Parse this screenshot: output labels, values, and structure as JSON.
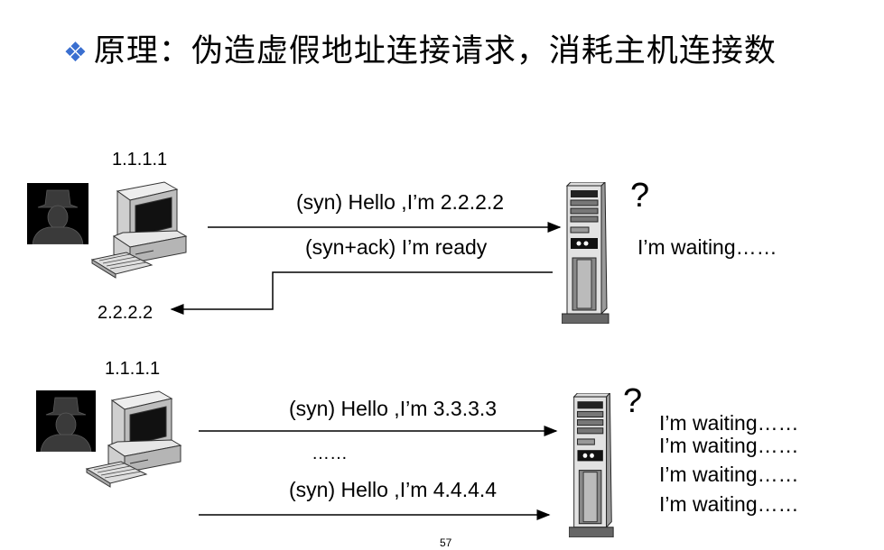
{
  "title": {
    "bullet": "❖",
    "text": "原理：伪造虚假地址连接请求，消耗主机连接数"
  },
  "scenario1": {
    "attacker_ip": "1.1.1.1",
    "spoofed_ip": "2.2.2.2",
    "syn_message": "(syn) Hello ,I’m 2.2.2.2",
    "synack_message": "(syn+ack) I’m ready",
    "server_question": "?",
    "server_status": "I’m waiting……"
  },
  "scenario2": {
    "attacker_ip": "1.1.1.1",
    "syn_message_1": "(syn) Hello ,I’m 3.3.3.3",
    "ellipsis": "……",
    "syn_message_2": "(syn) Hello ,I’m 4.4.4.4",
    "server_question": "?",
    "server_status": [
      "I’m waiting……",
      "I’m waiting……",
      "I’m waiting……",
      "I’m waiting……"
    ]
  },
  "page_number": "57",
  "icons": [
    "hacker-icon",
    "desktop-computer-icon",
    "tower-server-icon"
  ]
}
